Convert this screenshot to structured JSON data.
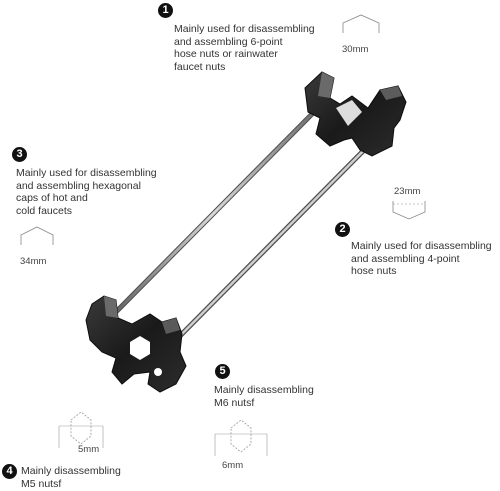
{
  "callouts": [
    {
      "number": "1",
      "text": "Mainly used for disassembling\nand assembling 6-point\nhose nuts or rainwater\nfaucet nuts",
      "size": "30mm"
    },
    {
      "number": "2",
      "text": "Mainly used for disassembling\nand assembling 4-point\nhose nuts",
      "size": "23mm"
    },
    {
      "number": "3",
      "text": "Mainly used for disassembling\nand assembling hexagonal\ncaps of hot and\ncold faucets",
      "size": "34mm"
    },
    {
      "number": "4",
      "text": "Mainly disassembling\nM5 nutsf",
      "size": "5mm"
    },
    {
      "number": "5",
      "text": "Mainly disassembling\nM6 nutsf",
      "size": "6mm"
    }
  ],
  "colors": {
    "wrench_dark": "#1c1c1c",
    "rod": "#8d8d8d",
    "outline": "#555555"
  }
}
